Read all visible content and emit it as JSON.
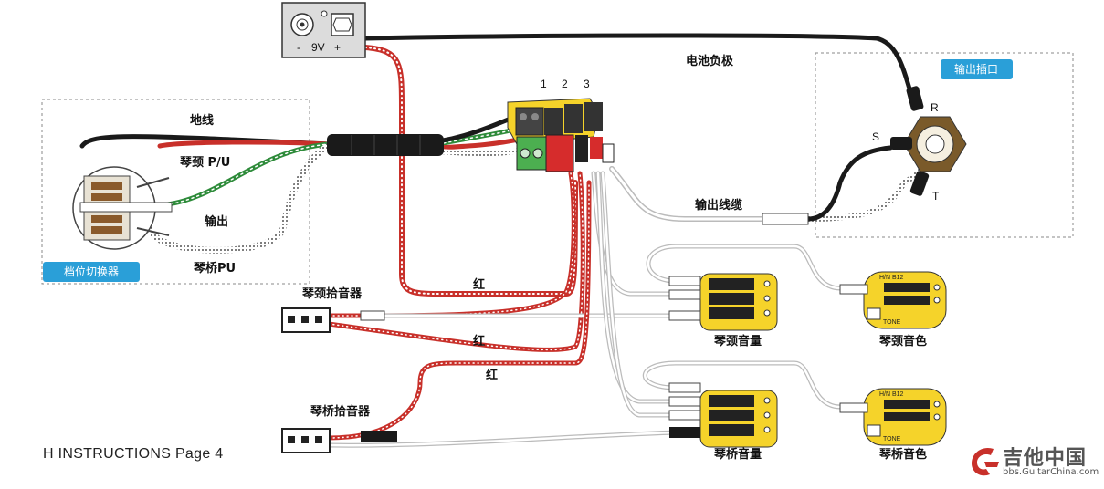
{
  "battery": {
    "minus": "-",
    "voltage": "9V",
    "plus": "+"
  },
  "labels": {
    "battery_negative": "电池负极",
    "ground": "地线",
    "neck_pu": "琴颈 P/U",
    "output": "输出",
    "bridge_pu": "琴桥PU",
    "output_cable": "输出线缆",
    "neck_pickup": "琴颈拾音器",
    "bridge_pickup": "琴桥拾音器",
    "red_1": "红",
    "red_2": "红",
    "red_3": "红",
    "neck_volume": "琴颈音量",
    "neck_tone": "琴颈音色",
    "bridge_volume": "琴桥音量",
    "bridge_tone": "琴桥音色",
    "jack_r": "R",
    "jack_s": "S",
    "jack_t": "T",
    "pin_1": "1",
    "pin_2": "2",
    "pin_3": "3",
    "tone_board_code": "H/N B12",
    "tone_board_word": "TONE"
  },
  "badges": {
    "selector_switch": "档位切换器",
    "output_jack": "输出插口"
  },
  "colors": {
    "badge": "#2a9fd8",
    "wire_red": "#c8302a",
    "wire_green": "#2e8b3a",
    "wire_black": "#1a1a1a",
    "board_yellow": "#f5d32a"
  },
  "footer": {
    "text": "H INSTRUCTIONS Page 4"
  },
  "watermark": {
    "title": "吉他中国",
    "url": "bbs.GuitarChina.com"
  }
}
